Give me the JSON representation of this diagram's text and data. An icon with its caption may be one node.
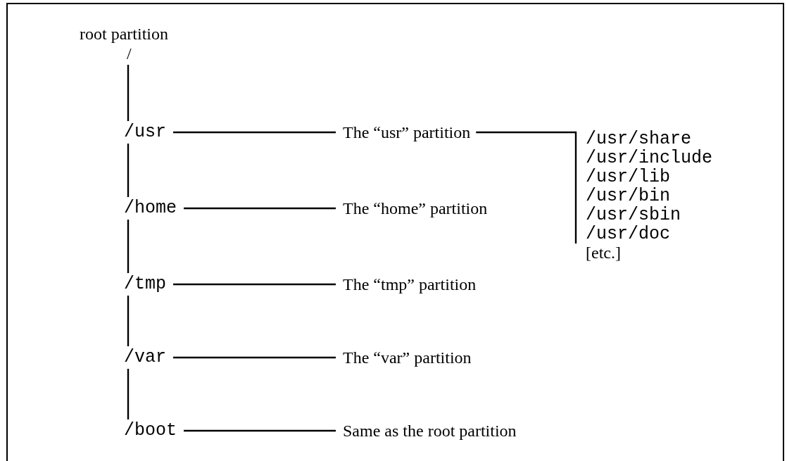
{
  "diagram": {
    "nodes": [
      {
        "text": [
          "root partition",
          "/"
        ]
      },
      {
        "text": [
          "/usr"
        ]
      },
      {
        "text": [
          "/home"
        ]
      },
      {
        "text": [
          "/tmp"
        ]
      },
      {
        "text": [
          "/var"
        ]
      },
      {
        "text": [
          "/boot"
        ]
      },
      {
        "text": [
          "The “usr” partition"
        ]
      },
      {
        "text": [
          "The “home” partition"
        ]
      },
      {
        "text": [
          "The “tmp” partition"
        ]
      },
      {
        "text": [
          "The “var” partition"
        ]
      },
      {
        "text": [
          "Same as the root partition"
        ]
      },
      {
        "text": [
          "/usr/share",
          "/usr/include",
          "/usr/lib",
          "/usr/bin",
          "/usr/sbin",
          "/usr/doc",
          "[etc.]"
        ]
      }
    ],
    "edges": [
      {
        "from": 0,
        "to": 1,
        "arrow": "none"
      },
      {
        "from": 1,
        "to": 2,
        "arrow": "none"
      },
      {
        "from": 2,
        "to": 3,
        "arrow": "none"
      },
      {
        "from": 3,
        "to": 4,
        "arrow": "none"
      },
      {
        "from": 4,
        "to": 5,
        "arrow": "none"
      },
      {
        "from": 1,
        "to": 6,
        "arrow": "none"
      },
      {
        "from": 2,
        "to": 7,
        "arrow": "none"
      },
      {
        "from": 3,
        "to": 8,
        "arrow": "none"
      },
      {
        "from": 4,
        "to": 9,
        "arrow": "none"
      },
      {
        "from": 5,
        "to": 10,
        "arrow": "none"
      },
      {
        "from": 6,
        "to": 11,
        "arrow": "none"
      }
    ]
  }
}
